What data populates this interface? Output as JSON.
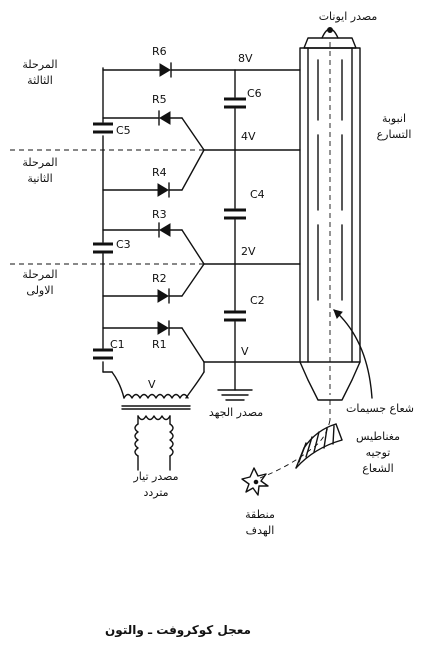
{
  "labels": {
    "ion_source": "مصدر ايونات",
    "accel_tube_line1": "انبوبة",
    "accel_tube_line2": "التسارع",
    "stage3_line1": "المرحلة",
    "stage3_line2": "الثالثة",
    "stage2_line1": "المرحلة",
    "stage2_line2": "الثانية",
    "stage1_line1": "المرحلة",
    "stage1_line2": "الاولى",
    "voltage_source": "مصدر الجهد",
    "ac_source_line1": "مصدر تيار",
    "ac_source_line2": "متردد",
    "particle_beam": "شعاع جسيمات",
    "magnets_line1": "مغناطيس",
    "magnets_line2": "توجيه",
    "magnets_line3": "الشعاع",
    "target_line1": "منطقة",
    "target_line2": "الهدف",
    "caption": "معجل كوكروفت ـ والتون"
  },
  "components": {
    "r6": "R6",
    "r5": "R5",
    "r4": "R4",
    "r3": "R3",
    "r2": "R2",
    "r1": "R1",
    "c1": "C1",
    "c2": "C2",
    "c3": "C3",
    "c4": "C4",
    "c5": "C5",
    "c6": "C6"
  },
  "voltages": {
    "v8": "8V",
    "v4": "4V",
    "v2": "2V",
    "v1": "V",
    "v_ac": "V"
  }
}
